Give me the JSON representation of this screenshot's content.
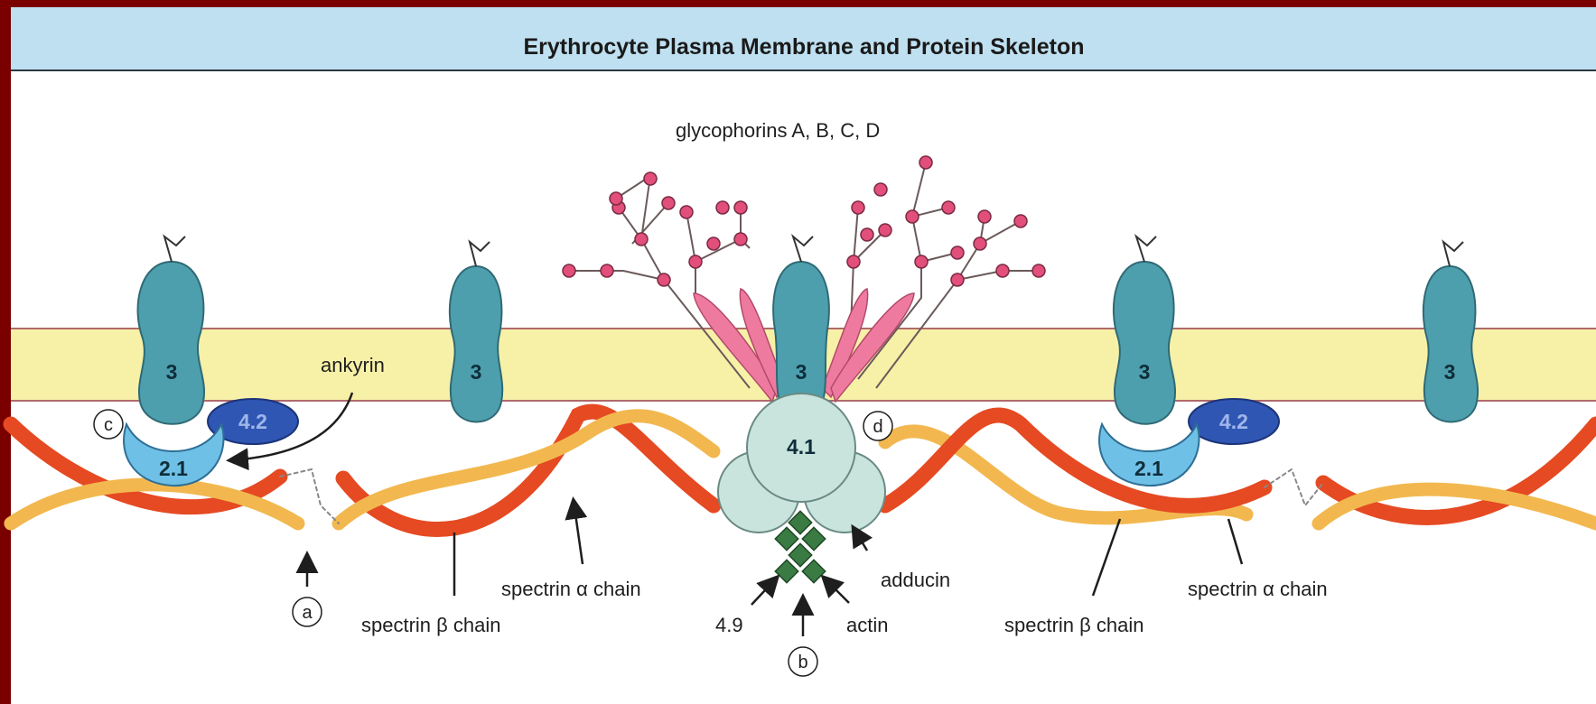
{
  "title": "Erythrocyte Plasma Membrane and Protein Skeleton",
  "labels": {
    "glycophorins": "glycophorins A, B, C, D",
    "ankyrin": "ankyrin",
    "spectrin_alpha_left": "spectrin α chain",
    "spectrin_beta_left": "spectrin β chain",
    "spectrin_alpha_right": "spectrin α chain",
    "spectrin_beta_right": "spectrin β chain",
    "adducin": "adducin",
    "actin": "actin",
    "band_4_9": "4.9"
  },
  "protein_numbers": {
    "band3": "3",
    "band4_2": "4.2",
    "band2_1": "2.1",
    "band4_1": "4.1"
  },
  "circle_letters": {
    "a": "a",
    "b": "b",
    "c": "c",
    "d": "d"
  },
  "colors": {
    "frame": "#7a0000",
    "title_bar": "#bfe0f0",
    "membrane": "#f7f1a8",
    "band3": "#4e9fae",
    "band4_1": "#c9e4dd",
    "band2_1": "#6fc0e6",
    "band4_2": "#2f56b3",
    "glycophorin": "#ef7aa0",
    "sugar_dot": "#e14f7a",
    "spectrin_alpha": "#f2b84f",
    "spectrin_beta": "#e54a22",
    "actin": "#3a7a43"
  }
}
